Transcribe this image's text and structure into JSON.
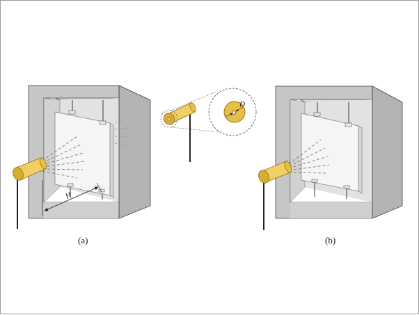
{
  "figure": {
    "panel_a_label": "(a)",
    "panel_b_label": "(b)",
    "diameter_symbol": "D",
    "distance_symbol": "H"
  },
  "colors": {
    "box_front": "#c6c6c6",
    "box_top": "#dcdcdc",
    "box_side": "#b4b4b4",
    "box_interior": "#d2d2d2",
    "box_back": "#e2e2e2",
    "plate_face": "#f5f5f5",
    "plate_edge": "#d8d8d8",
    "nozzle_body": "#f0cf63",
    "nozzle_end": "#d9ad32",
    "line": "#222222"
  }
}
